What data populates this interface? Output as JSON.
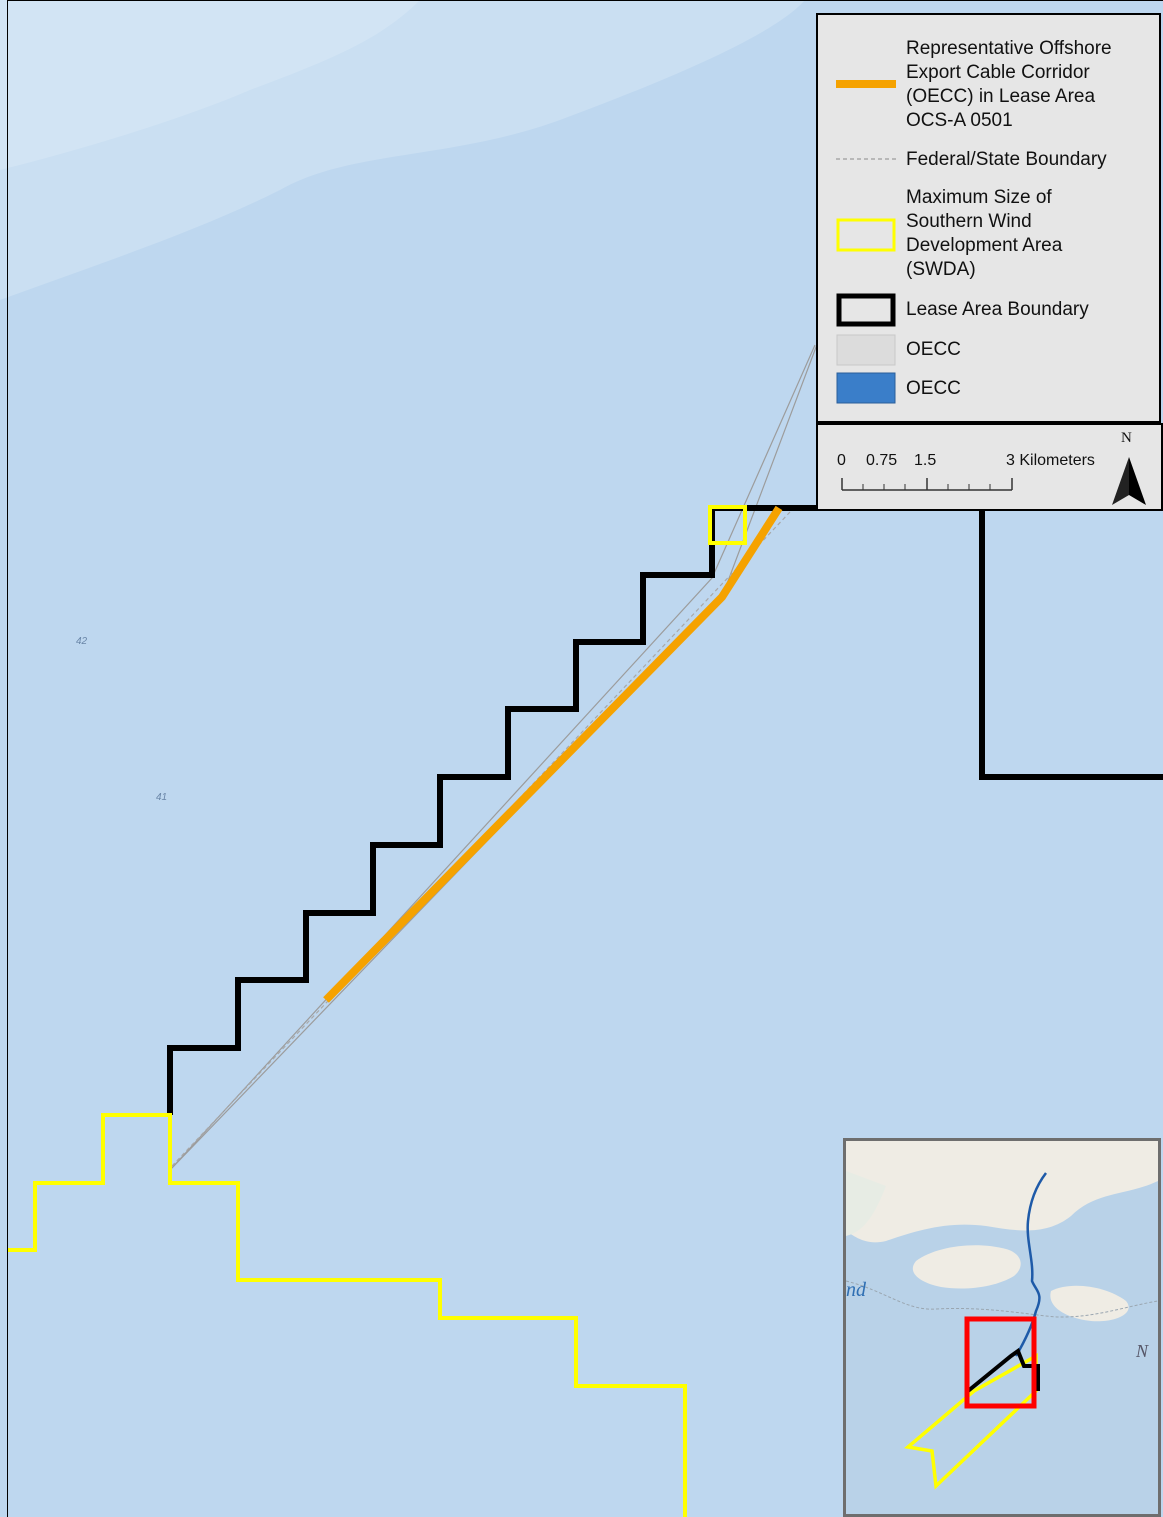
{
  "legend": {
    "items": [
      {
        "label": "Representative Offshore\nExport Cable Corridor\n(OECC) in Lease Area\nOCS-A 0501",
        "symbol": "orange-line",
        "color": "#f5a200"
      },
      {
        "label": "Federal/State Boundary",
        "symbol": "dashed-gray-line",
        "color": "#a8a8a8"
      },
      {
        "label": "Maximum Size of\nSouthern Wind\nDevelopment Area\n(SWDA)",
        "symbol": "yellow-outline-box",
        "color": "#ffff00"
      },
      {
        "label": "Lease Area Boundary",
        "symbol": "black-outline-box",
        "color": "#000000"
      },
      {
        "label": "OECC",
        "symbol": "light-gray-box",
        "color": "#dcdcdc"
      },
      {
        "label": "OECC",
        "symbol": "blue-box",
        "color": "#3a7ec9"
      }
    ]
  },
  "scale": {
    "ticks": [
      "0",
      "0.75",
      "1.5",
      "3 Kilometers"
    ],
    "north": "N"
  },
  "depth_labels": [
    "42",
    "41"
  ],
  "inset": {
    "place_labels": [
      "nd",
      "N"
    ]
  },
  "colors": {
    "water": "#bed7ef",
    "shallow": "#cde0f2",
    "lease": "#000000",
    "swda": "#ffff00",
    "cable": "#f5a200",
    "fed_state": "#a8a8a8",
    "inset_frame": "#ff0000"
  }
}
